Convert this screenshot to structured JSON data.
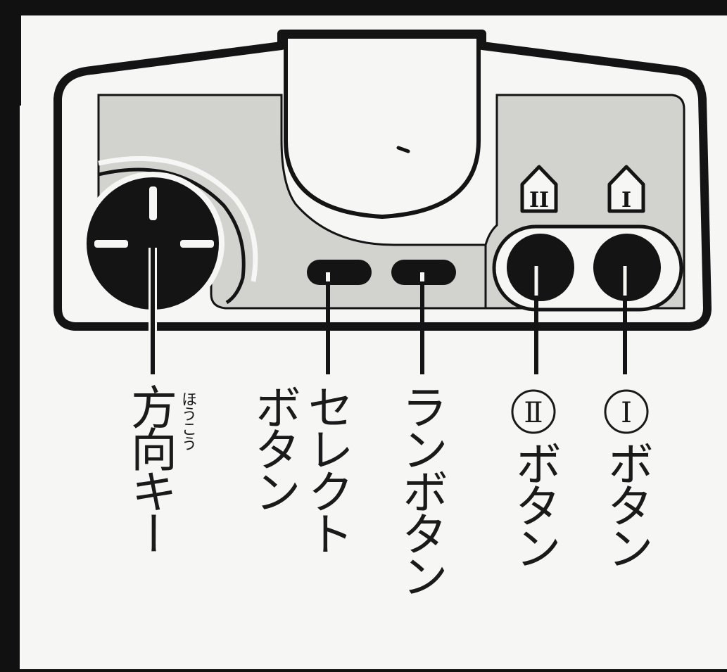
{
  "labels": {
    "direction_key": "方向キー",
    "direction_key_ruby": "ほうこう",
    "select_button_col1": "セレクト",
    "select_button_col2": "ボタン",
    "run_button": "ランボタン",
    "button2_mark": "Ⅱ",
    "button2_label": "ボタン",
    "button1_mark": "Ⅰ",
    "button1_label": "ボタン"
  },
  "controller_marks": {
    "button2": "II",
    "button1": "I"
  },
  "colors": {
    "frame": "#111111",
    "paper": "#f6f6f4",
    "panel": "#d2d2cf",
    "ink": "#141414"
  }
}
